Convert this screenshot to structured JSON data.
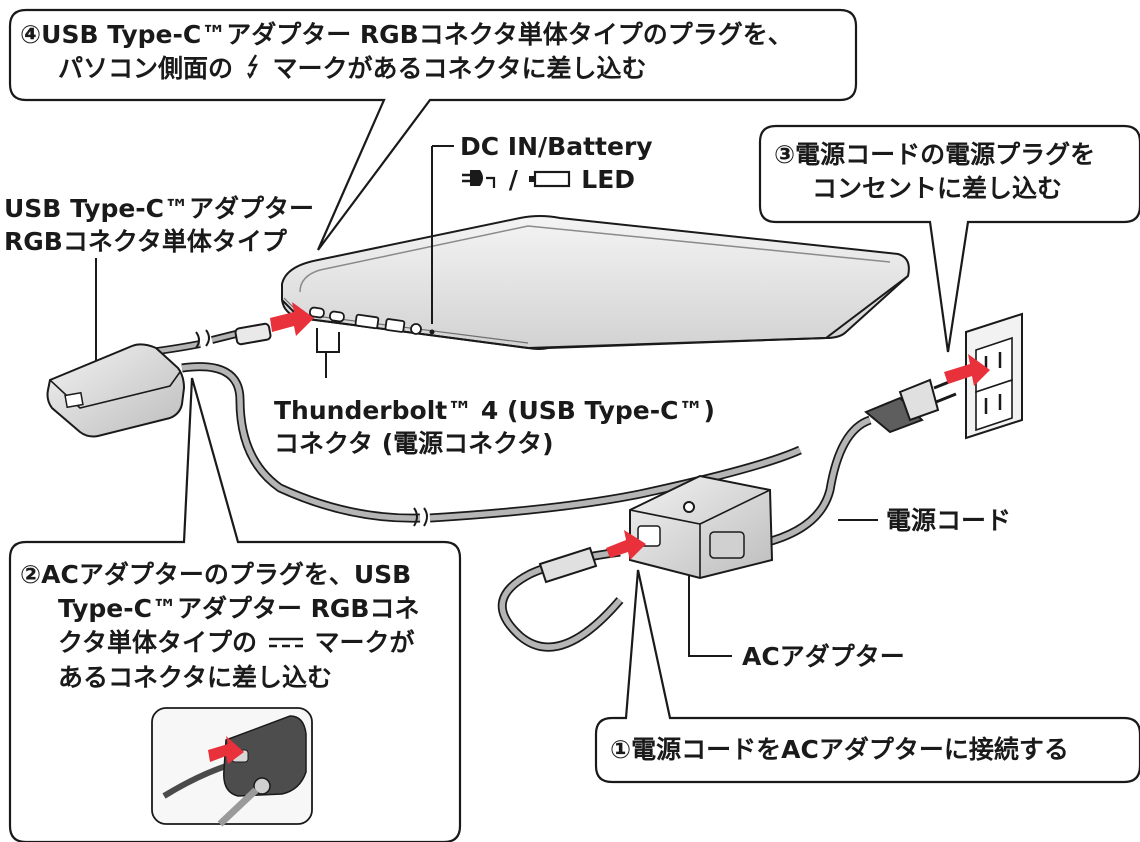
{
  "steps": {
    "step4": {
      "line1": "④USB Type-C™アダプター RGBコネクタ単体タイプのプラグを、",
      "line2_pre": "パソコン側面の",
      "line2_post": "マークがあるコネクタに差し込む",
      "symbol_icon": "lightning-icon"
    },
    "step3": {
      "line1": "③電源コードの電源プラグを",
      "line2": "コンセントに差し込む"
    },
    "step2": {
      "line1": "②ACアダプターのプラグを、USB",
      "line2": "Type-C™アダプター RGBコネ",
      "line3_pre": "クタ単体タイプの",
      "line3_post": "マークが",
      "line4": "あるコネクタに差し込む",
      "symbol_icon": "dc-symbol-icon"
    },
    "step1": {
      "line1": "①電源コードをACアダプターに接続する"
    }
  },
  "labels": {
    "adapter_rgb": {
      "line1": "USB Type-C™アダプター",
      "line2": "RGBコネクタ単体タイプ"
    },
    "dc_in": {
      "line1": "DC IN/Battery",
      "line2_sep": "/",
      "line2_text": "LED",
      "icons": [
        "dc-in-plug-icon",
        "battery-icon"
      ]
    },
    "thunderbolt": {
      "line1": "Thunderbolt™ 4 (USB Type-C™)",
      "line2": "コネクタ (電源コネクタ)"
    },
    "power_cord": "電源コード",
    "ac_adapter": "ACアダプター"
  },
  "colors": {
    "arrow": "#e8313a",
    "line": "#1a1a1a",
    "device_fill": "#eeeeee",
    "shadow_gray": "#9a9a9a"
  }
}
